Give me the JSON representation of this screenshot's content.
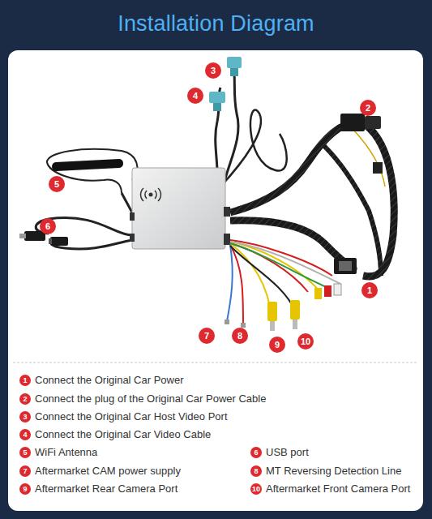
{
  "diagram": {
    "title": "Installation Diagram",
    "labels": [
      "3",
      "4",
      "2",
      "5",
      "6",
      "1",
      "7",
      "8",
      "9",
      "10",
      "1",
      "Connect the Original Car Power",
      "2",
      "Connect the plug of the Original Car Power Cable",
      "3",
      "Connect the Original Car Host Video Port",
      "4",
      "Connect the Original Car Video Cable",
      "5",
      "WiFi Antenna",
      "6",
      "USB port",
      "7",
      "Aftermarket CAM power supply",
      "8",
      "MT Reversing Detection Line",
      "9",
      "Aftermarket Rear Camera Port",
      "10",
      "Aftermarket Front Camera Port"
    ]
  }
}
